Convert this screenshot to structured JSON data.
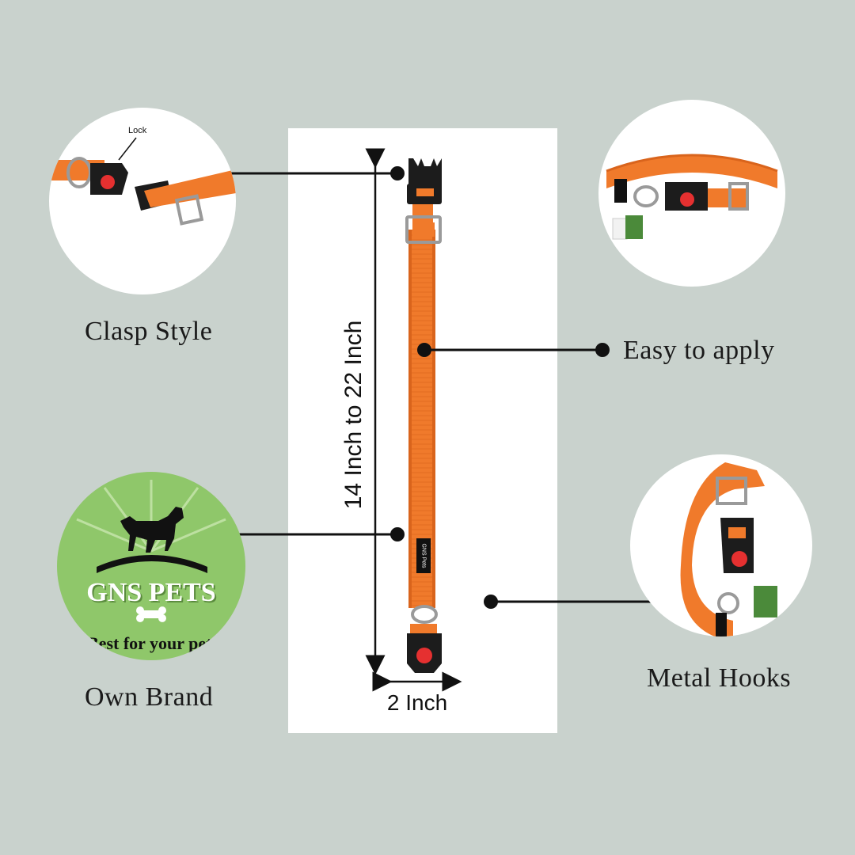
{
  "colors": {
    "background": "#c9d2cd",
    "collar_orange": "#f07a2b",
    "collar_shade": "#d9641c",
    "buckle_black": "#1c1c1c",
    "lock_red": "#e53030",
    "brand_green": "#8fc76a",
    "metal": "#b8b8b8"
  },
  "features": {
    "clasp_style": "Clasp Style",
    "easy_to_apply": "Easy to apply",
    "own_brand": "Own Brand",
    "metal_hooks": "Metal Hooks"
  },
  "clasp_detail": {
    "lock_label": "Lock"
  },
  "dimensions": {
    "length": "14 Inch to 22 Inch",
    "width": "2 Inch"
  },
  "brand": {
    "name": "GNS PETS",
    "tagline": "Best for your pet",
    "strap_label": "GNS Pets"
  },
  "icons": [
    "dog-silhouette-icon",
    "bone-icon",
    "lock-icon",
    "buckle-icon",
    "tag-icon"
  ]
}
